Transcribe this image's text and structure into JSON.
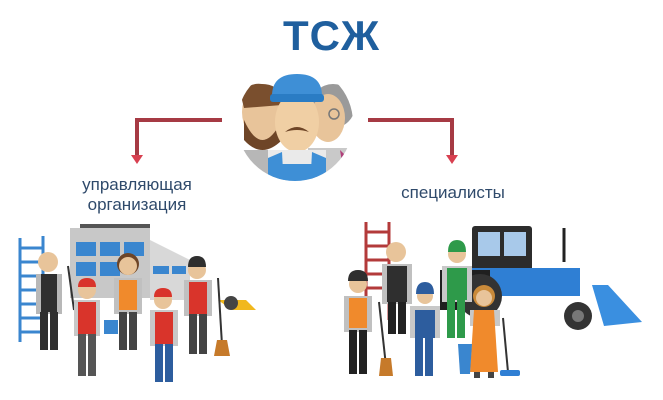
{
  "title": "ТСЖ",
  "center": {
    "icon": "residents-group-icon",
    "description": "Group of residents: bearded man, worker in blue cap, elderly woman"
  },
  "branches": [
    {
      "label_line1": "управляющая",
      "label_line2": "организация",
      "illustration": "management-company-workers-icon"
    },
    {
      "label": "специалисты",
      "illustration": "specialists-workers-icon"
    }
  ],
  "colors": {
    "title": "#1f5f9e",
    "arrow": "#a63a44",
    "label": "#2f4a6b",
    "circle_bg": "#ffffff"
  }
}
